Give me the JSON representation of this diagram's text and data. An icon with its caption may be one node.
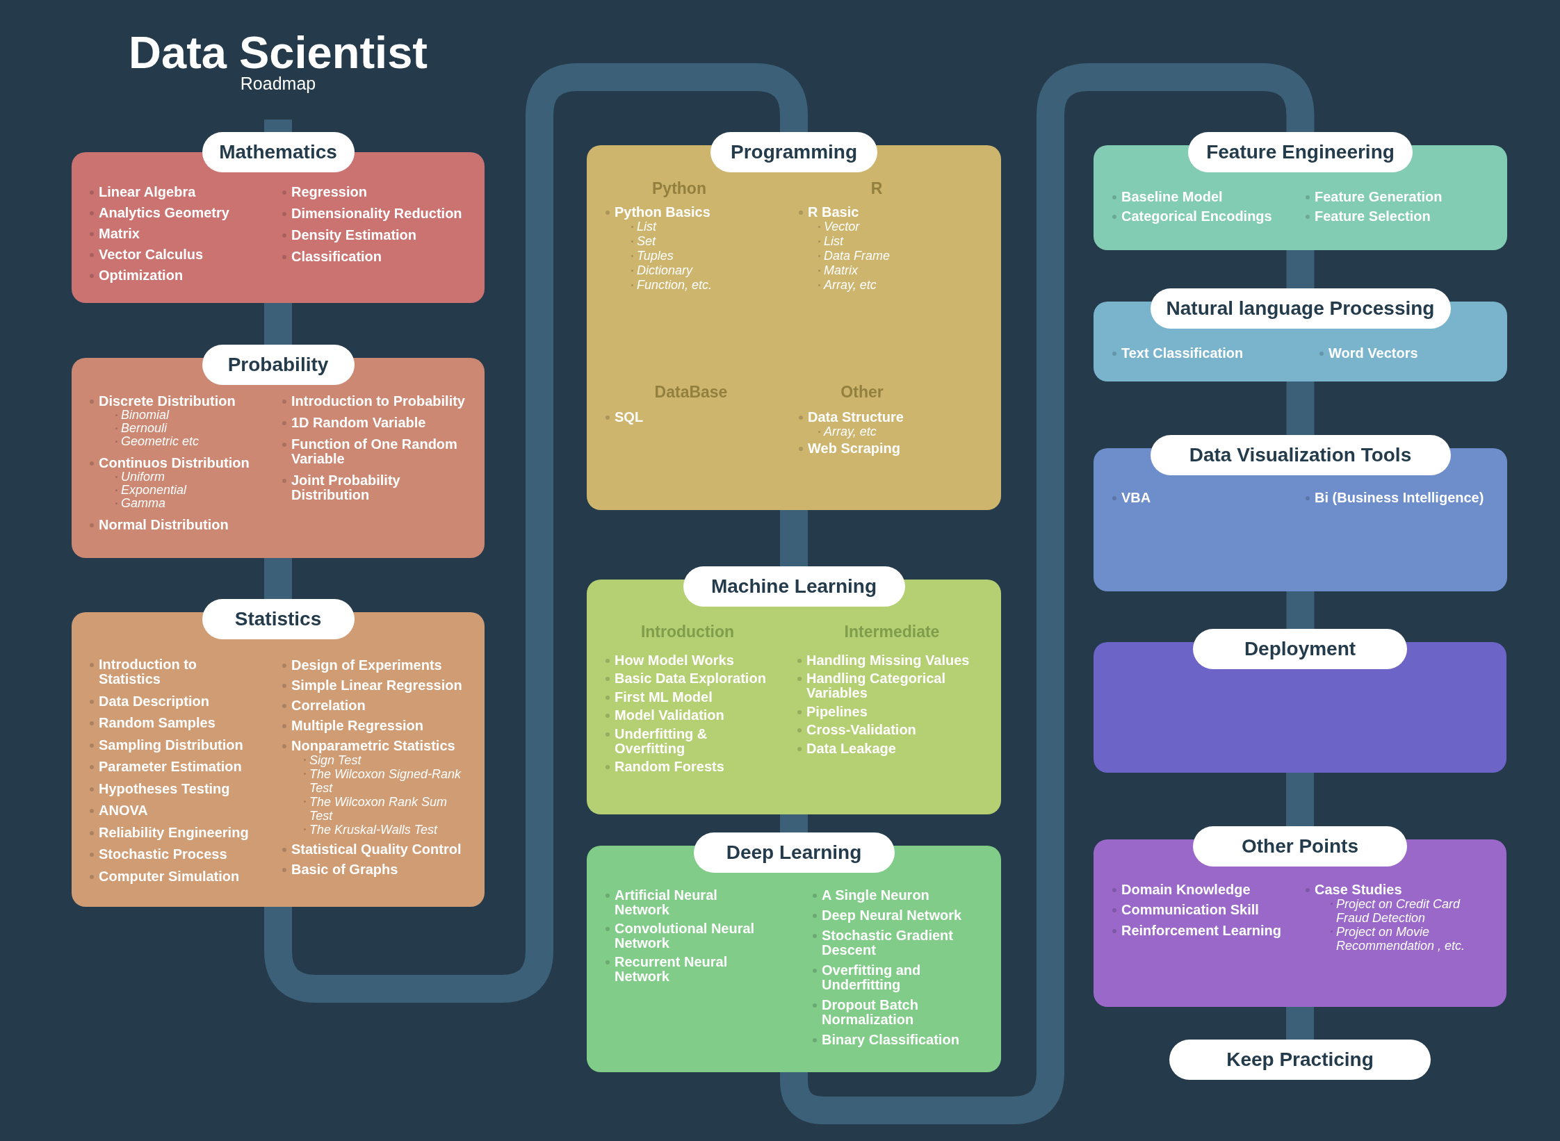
{
  "diagram": {
    "title": "Data Scientist",
    "nodes": [
      {
        "text": [
          "Mathematics",
          "Linear Algebra",
          "Analytics Geometry",
          "Matrix",
          "Vector Calculus",
          "Optimization",
          "Regression",
          "Dimensionality Reduction",
          "Density Estimation",
          "Classification"
        ]
      },
      {
        "text": [
          "Probability",
          "Discrete Distribution",
          "Binomial",
          "Bernouli",
          "Geometric etc",
          "Continuos Distribution",
          "Uniform",
          "Exponential",
          "Gamma",
          "Normal Distribution",
          "Introduction to Probability",
          "1D Random Variable",
          "Function of One Random Variable",
          "Joint Probability Distribution"
        ]
      },
      {
        "text": [
          "Statistics",
          "Introduction to Statistics",
          "Data Description",
          "Random Samples",
          "Sampling Distribution",
          "Parameter Estimation",
          "Hypotheses Testing",
          "ANOVA",
          "Reliability Engineering",
          "Stochastic Process",
          "Computer Simulation",
          "Design of Experiments",
          "Simple Linear Regression",
          "Correlation",
          "Multiple Regression",
          "Nonparametric Statistics",
          "Sign Test",
          "The Wilcoxon Signed-Rank Test",
          "The Wilcoxon Rank Sum Test",
          "The Kruskal-Walls Test",
          "Statistical Quality Control",
          "Basic of Graphs"
        ]
      },
      {
        "text": [
          "Programming",
          "Python",
          "Python Basics",
          "List",
          "Set",
          "Tuples",
          "Dictionary",
          "Function, etc.",
          "R",
          "R Basic",
          "Vector",
          "List",
          "Data Frame",
          "Matrix",
          "Array, etc",
          "DataBase",
          "SQL",
          "Other",
          "Data Structure",
          "Array, etc",
          "Web Scraping"
        ]
      },
      {
        "text": [
          "Machine Learning",
          "Introduction",
          "How Model Works",
          "Basic Data Exploration",
          "First ML Model",
          "Model Validation",
          "Underfitting & Overfitting",
          "Random Forests",
          "Intermediate",
          "Handling Missing Values",
          "Handling Categorical Variables",
          "Pipelines",
          "Cross-Validation",
          "Data Leakage"
        ]
      },
      {
        "text": [
          "Deep Learning",
          "Artificial Neural Network",
          "Convolutional Neural Network",
          "Recurrent Neural Network",
          "A Single Neuron",
          "Deep Neural Network",
          "Stochastic Gradient Descent",
          "Overfitting and Underfitting",
          "Dropout Batch Normalization",
          "Binary Classification"
        ]
      },
      {
        "text": [
          "Feature Engineering",
          "Baseline Model",
          "Categorical Encodings",
          "Feature Generation",
          "Feature Selection"
        ]
      },
      {
        "text": [
          "Natural language Processing",
          "Text Classification",
          "Word Vectors"
        ]
      },
      {
        "text": [
          "Data Visualization Tools",
          "VBA",
          "Bi (Business Intelligence)"
        ]
      },
      {
        "text": [
          "Deployment"
        ]
      },
      {
        "text": [
          "Other Points",
          "Domain Knowledge",
          "Communication Skill",
          "Reinforcement Learning",
          "Case Studies",
          "Project on Credit Card Fraud Detection",
          "Project on Movie Recommendation , etc."
        ]
      },
      {
        "text": [
          "Keep Practicing"
        ]
      }
    ],
    "edges": [
      {
        "from": null,
        "to": 0,
        "arrow": "none"
      },
      {
        "from": 0,
        "to": 1,
        "arrow": "none"
      },
      {
        "from": 1,
        "to": 2,
        "arrow": "none"
      },
      {
        "from": 2,
        "to": 3,
        "arrow": "none"
      },
      {
        "from": 3,
        "to": 4,
        "arrow": "none"
      },
      {
        "from": 4,
        "to": 5,
        "arrow": "none"
      },
      {
        "from": 5,
        "to": 6,
        "arrow": "none"
      },
      {
        "from": 6,
        "to": 7,
        "arrow": "none"
      },
      {
        "from": 7,
        "to": 8,
        "arrow": "none"
      },
      {
        "from": 8,
        "to": 9,
        "arrow": "none"
      },
      {
        "from": 9,
        "to": 10,
        "arrow": "none"
      },
      {
        "from": 10,
        "to": 11,
        "arrow": "none"
      }
    ],
    "labels": [
      "Roadmap"
    ]
  }
}
